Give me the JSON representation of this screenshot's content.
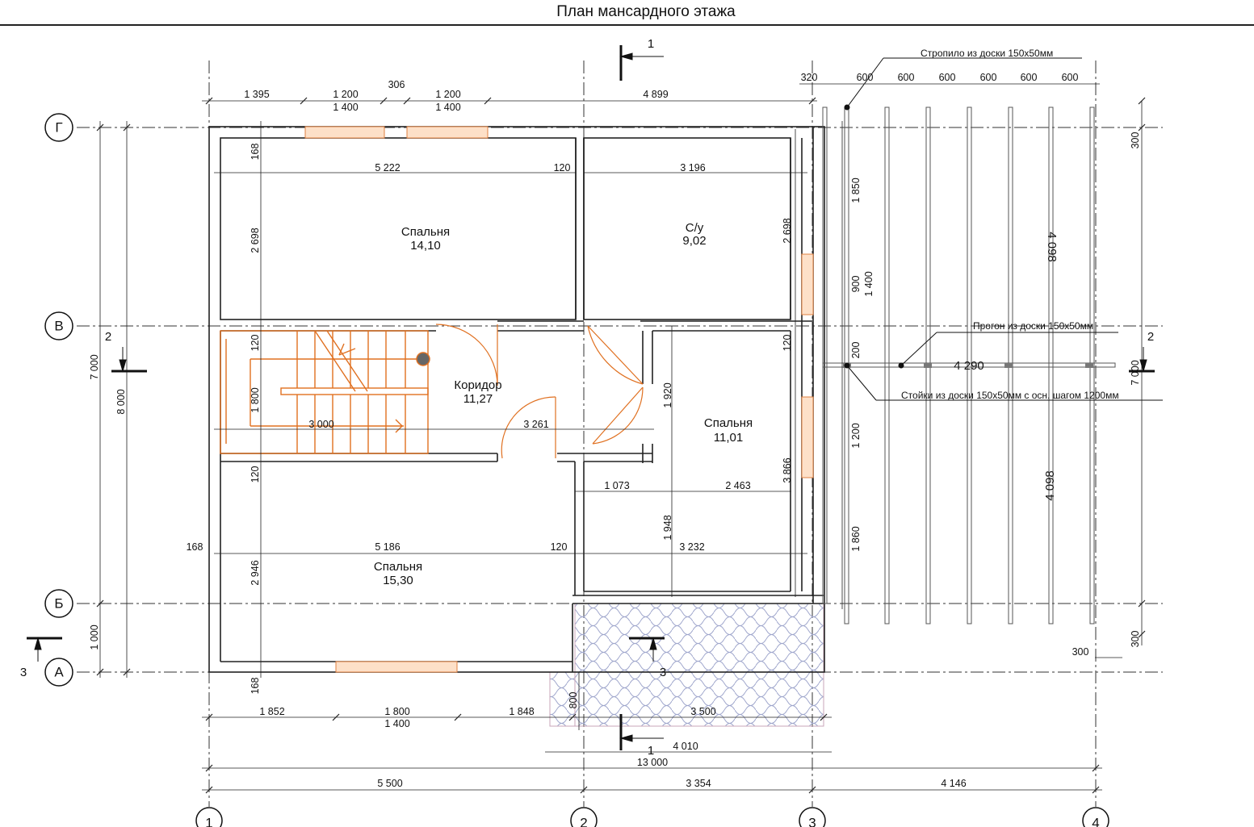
{
  "title": "План мансардного этажа",
  "axes_rows": [
    "Г",
    "В",
    "Б",
    "А"
  ],
  "axes_cols": [
    "1",
    "2",
    "3",
    "4"
  ],
  "rooms": [
    {
      "name": "Спальня",
      "area": "14,10"
    },
    {
      "name": "С/у",
      "area": "9,02"
    },
    {
      "name": "Коридор",
      "area": "11,27"
    },
    {
      "name": "Спальня",
      "area": "11,01"
    },
    {
      "name": "Спальня",
      "area": "15,30"
    }
  ],
  "notes": {
    "rafter": "Стропило из доски 150х50мм",
    "purlin": "Прогон из доски 150х50мм",
    "posts": "Стойки из доски 150х50мм с осн. шагом 1200мм"
  },
  "sections": {
    "s1": "1",
    "s2": "2",
    "s3": "3"
  },
  "dims": {
    "top": [
      "1 395",
      "1 200",
      "1 400",
      "306",
      "1 200",
      "1 400",
      "4 899"
    ],
    "rafter_step": [
      "320",
      "600",
      "600",
      "600",
      "600",
      "600",
      "600"
    ],
    "inner": [
      "168",
      "5 222",
      "120",
      "3 196",
      "2 698",
      "2 698",
      "120",
      "120",
      "1 800",
      "3 000",
      "3 261",
      "1 920",
      "120",
      "120",
      "1 073",
      "2 463",
      "1 948",
      "3 866",
      "168",
      "5 186",
      "120",
      "3 232",
      "2 946",
      "168"
    ],
    "left": [
      "7 000",
      "8 000",
      "1 000"
    ],
    "bottom": [
      "1 852",
      "1 800",
      "1 400",
      "1 848",
      "800",
      "3 500",
      "4 010",
      "13 000",
      "5 500",
      "3 354",
      "4 146"
    ],
    "roof": [
      "1 850",
      "900",
      "1 400",
      "200",
      "1 200",
      "1 860",
      "4 098",
      "4 098",
      "4 290",
      "300",
      "300",
      "300",
      "7 000"
    ]
  }
}
